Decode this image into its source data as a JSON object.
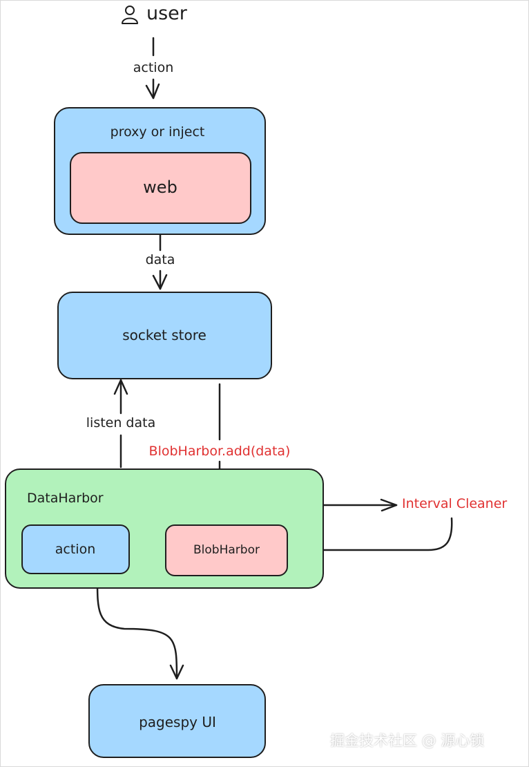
{
  "nodes": {
    "user": "user",
    "proxy": "proxy or inject",
    "web": "web",
    "socket_store": "socket store",
    "data_harbor": "DataHarbor",
    "action": "action",
    "blob_harbor": "BlobHarbor",
    "interval_cleaner": "Interval Cleaner",
    "pagespy_ui": "pagespy UI"
  },
  "edges": {
    "user_action": "action",
    "data": "data",
    "listen_data": "listen data",
    "blob_add": "BlobHarbor.add(data)"
  },
  "watermark": "掘金技术社区 @ 源心锁",
  "colors": {
    "blue_fill": "#a5d8ff",
    "pink_fill": "#ffc9c9",
    "green_fill": "#b2f2bb",
    "stroke": "#1e1e1e",
    "red_text": "#e03131"
  }
}
